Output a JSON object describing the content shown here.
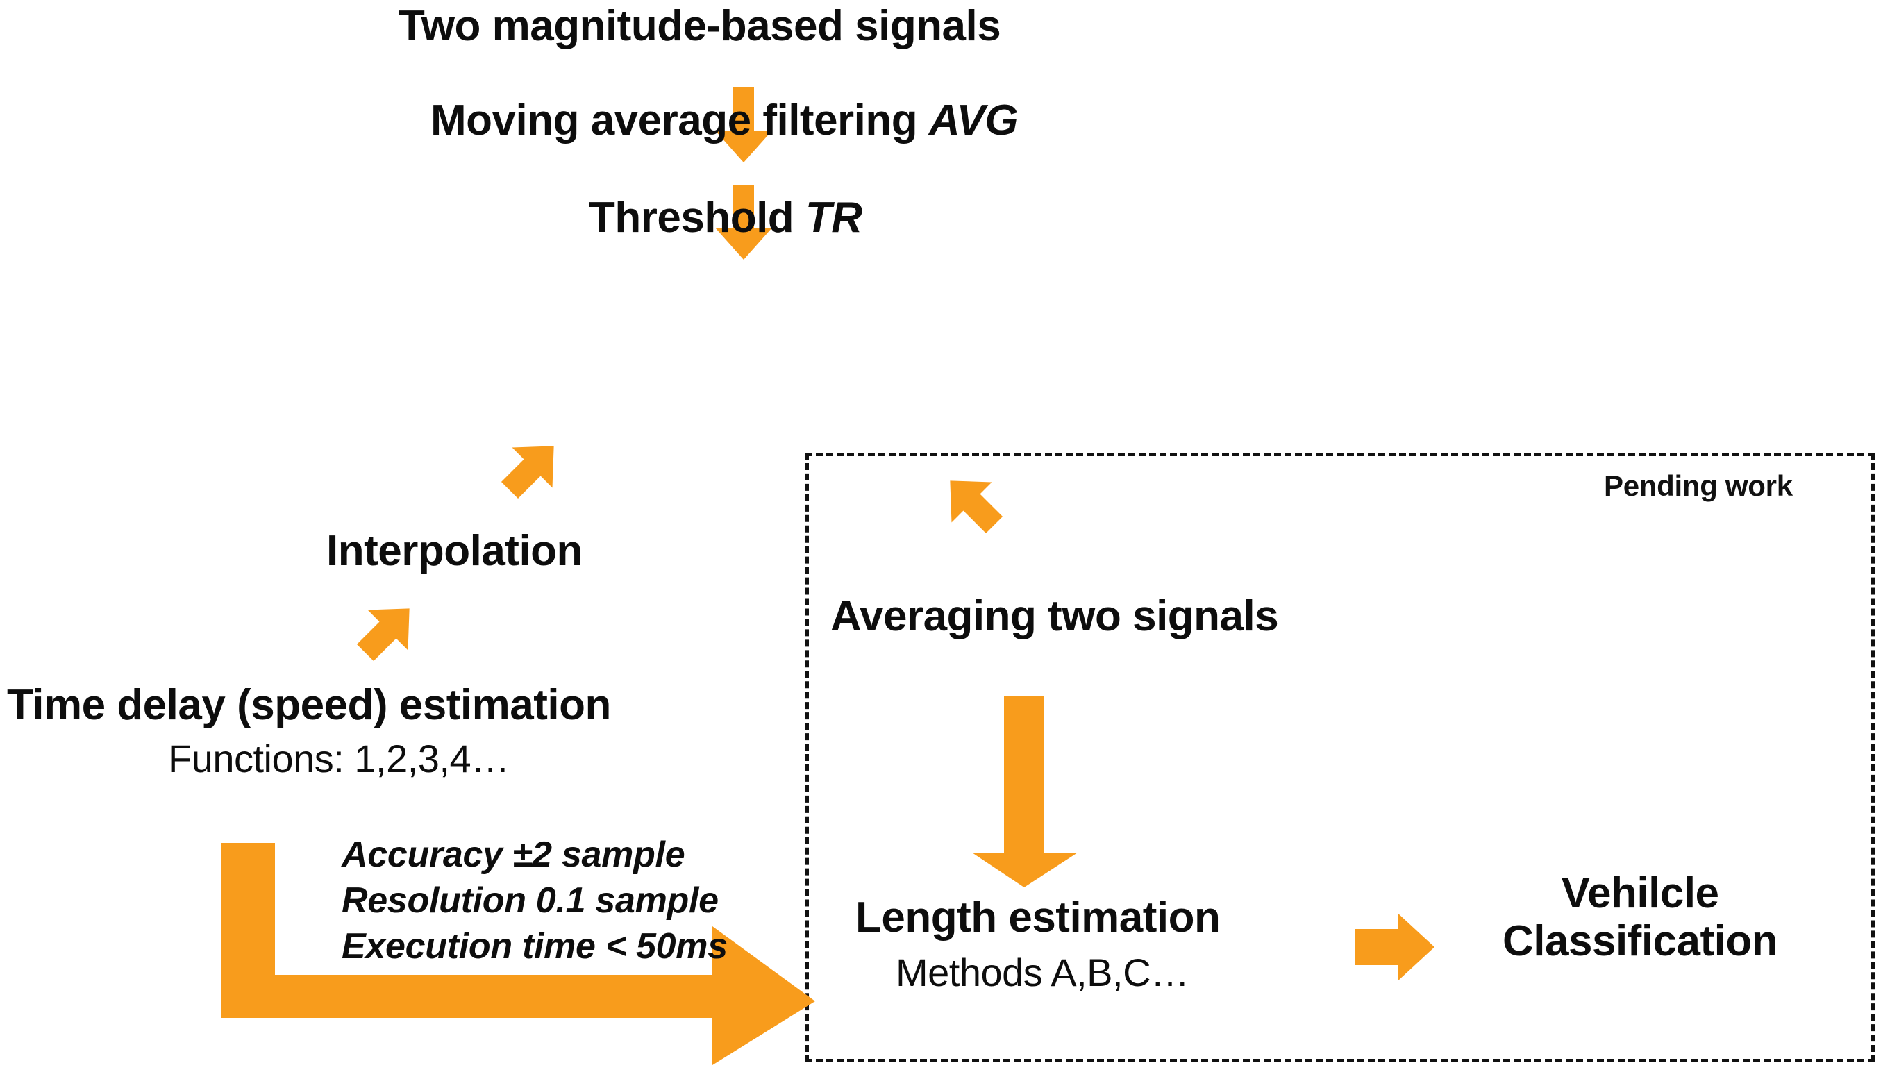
{
  "diagram": {
    "type": "flowchart",
    "title": "Two magnitude-based signals processing pipeline",
    "accent_color": "#F89C1C",
    "text_color": "#0D0D0D",
    "background_color": "#FFFFFF",
    "nodes": {
      "source_signals": "Two magnitude-based signals",
      "moving_average": "Moving average filtering ",
      "moving_average_italic": "AVG",
      "threshold": "Threshold ",
      "threshold_italic": "TR",
      "interpolation": "Interpolation",
      "time_delay": "Time delay (speed) estimation",
      "time_delay_sub": "Functions: 1,2,3,4…",
      "averaging": "Averaging two signals",
      "length_estimation": "Length estimation",
      "length_estimation_sub": "Methods A,B,C…",
      "vehicle_classification_line1": "Vehilcle",
      "vehicle_classification_line2": "Classification"
    },
    "spec_annotation": {
      "line1": "Accuracy ±2 sample",
      "line2": "Resolution 0.1 sample",
      "line3": "Execution time < 50ms"
    },
    "pending_group": {
      "label": "Pending work"
    },
    "arrows": [
      {
        "name": "arrow-signals-to-moving-average",
        "direction": "down"
      },
      {
        "name": "arrow-moving-average-to-threshold",
        "direction": "down"
      },
      {
        "name": "arrow-threshold-to-interpolation",
        "direction": "down-left"
      },
      {
        "name": "arrow-interpolation-to-time-delay",
        "direction": "down-left"
      },
      {
        "name": "arrow-threshold-to-averaging",
        "direction": "down-right"
      },
      {
        "name": "arrow-averaging-to-length",
        "direction": "down"
      },
      {
        "name": "arrow-length-to-classification",
        "direction": "right"
      },
      {
        "name": "arrow-time-delay-to-pending-group",
        "direction": "elbow-right"
      }
    ]
  }
}
